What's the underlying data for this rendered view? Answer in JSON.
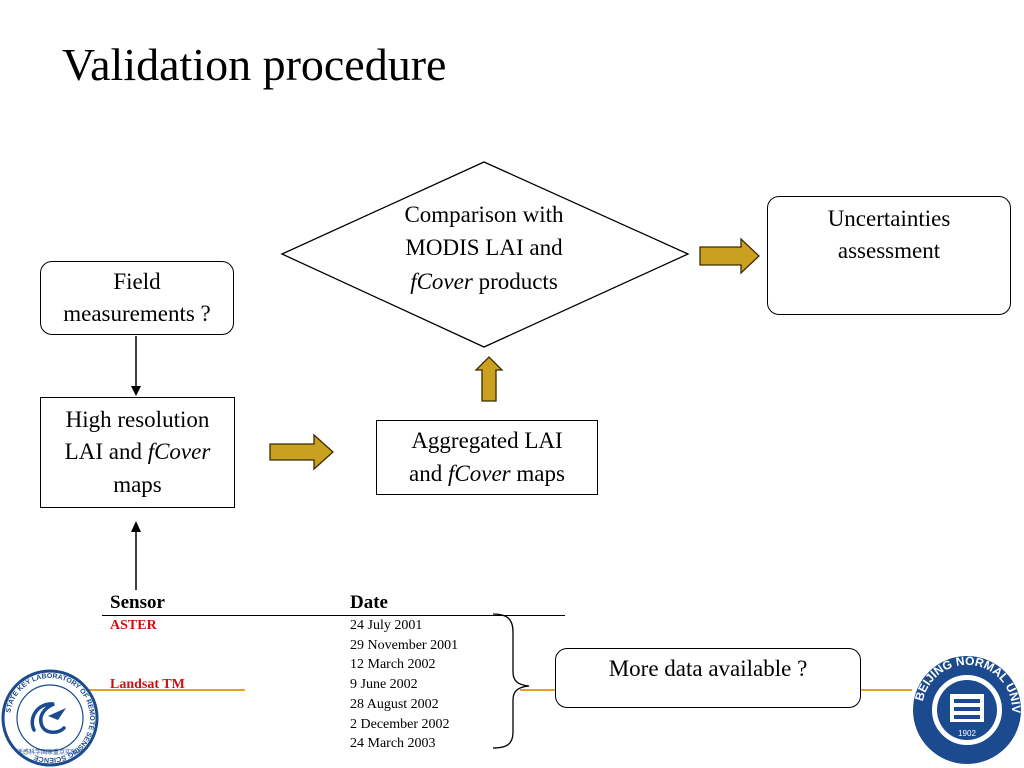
{
  "slide": {
    "title": "Validation procedure"
  },
  "diagram": {
    "field_measurements": {
      "line1": "Field",
      "line2": "measurements ?"
    },
    "high_resolution": {
      "line1": "High resolution",
      "line2_pre": "LAI and ",
      "line2_em": "fCover",
      "line3": "maps"
    },
    "aggregated": {
      "line1": "Aggregated LAI",
      "line2_pre": "and ",
      "line2_em": "fCover",
      "line2_post": " maps"
    },
    "comparison": {
      "line1": "Comparison with",
      "line2": "MODIS LAI and",
      "line3_em": "fCover",
      "line3_post": " products"
    },
    "uncertainties": {
      "line1": "Uncertainties",
      "line2": "assessment"
    },
    "more_data": "More data available ?"
  },
  "sensor_table": {
    "headers": {
      "sensor": "Sensor",
      "date": "Date"
    },
    "rows": [
      {
        "sensor": "ASTER",
        "date": "24 July 2001"
      },
      {
        "sensor": "",
        "date": "29 November 2001"
      },
      {
        "sensor": "",
        "date": "12 March 2002"
      },
      {
        "sensor": "Landsat TM",
        "date": "9 June 2002"
      },
      {
        "sensor": "",
        "date": "28 August 2002"
      },
      {
        "sensor": "",
        "date": "2 December 2002"
      },
      {
        "sensor": "",
        "date": "24 March 2003"
      }
    ]
  },
  "logos": {
    "left": {
      "ring_text": "STATE KEY LABORATORY OF REMOTE SENSING SCIENCE",
      "bottom_text": "遥感科学国家重点实验室"
    },
    "right": {
      "ring_text": "BEIJING NORMAL UNIVERSITY",
      "year": "1902"
    }
  },
  "colors": {
    "arrow_fill": "#C9A020",
    "arrow_stroke": "#3a2d00",
    "divider_line": "#E8A020",
    "logo_blue": "#1b4a8e",
    "sensor_red": "#d01010"
  }
}
